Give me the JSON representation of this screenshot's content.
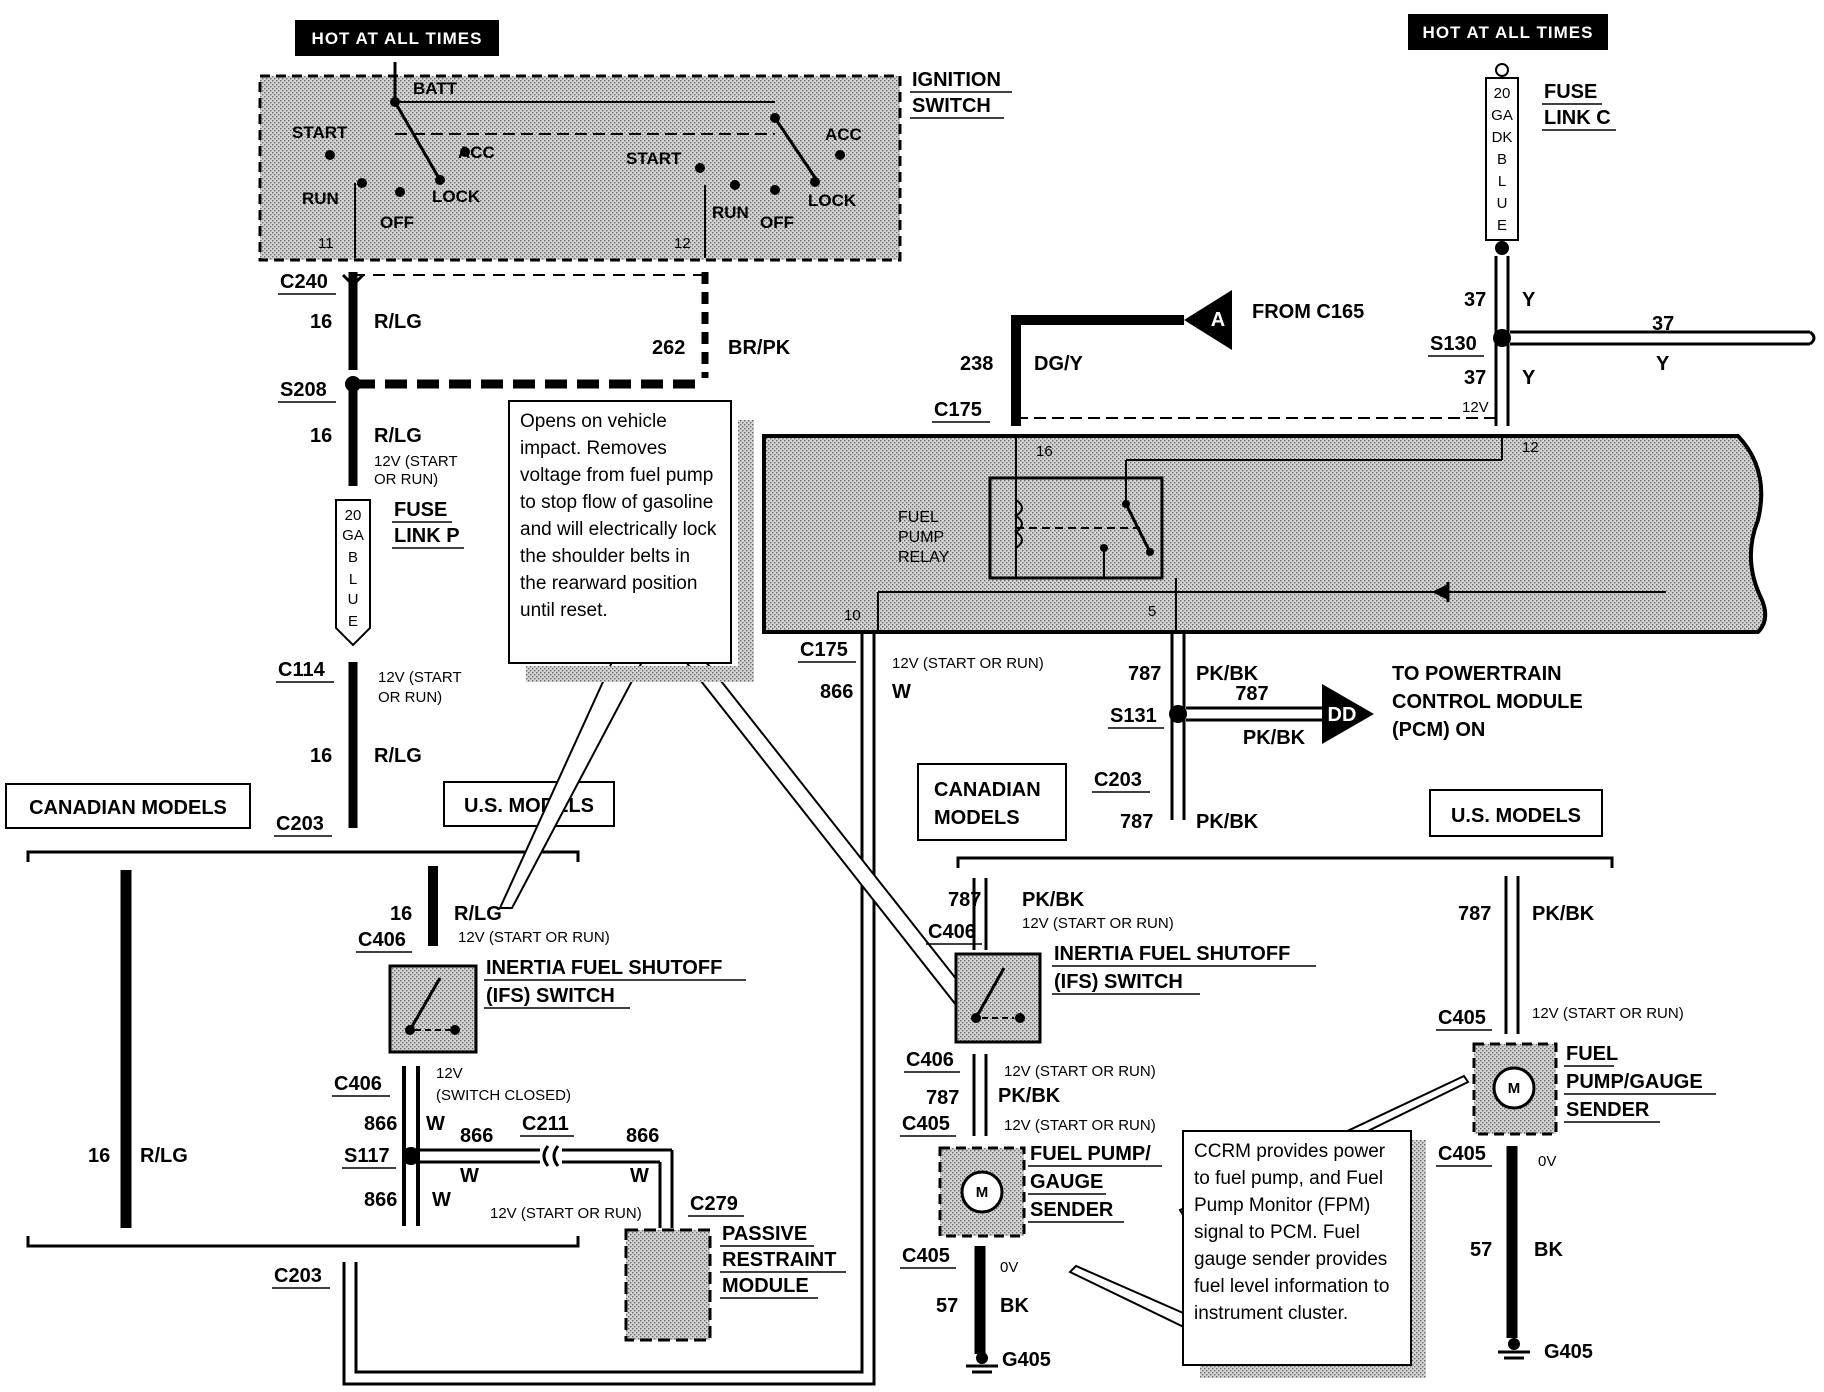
{
  "hot_at_all_times": "HOT AT ALL TIMES",
  "ignition_switch": {
    "line1": "IGNITION",
    "line2": "SWITCH",
    "batt": "BATT",
    "start": "START",
    "acc": "ACC",
    "run": "RUN",
    "off": "OFF",
    "lock": "LOCK",
    "pin_left": "11",
    "pin_right": "12"
  },
  "fuse_link_c": {
    "line1": "FUSE",
    "line2": "LINK C",
    "gauge": [
      "20",
      "GA",
      "DK",
      "B",
      "L",
      "U",
      "E"
    ]
  },
  "fuse_link_p": {
    "line1": "FUSE",
    "line2": "LINK P",
    "gauge": [
      "20",
      "GA",
      "B",
      "L",
      "U",
      "E"
    ]
  },
  "connectors": {
    "c240": "C240",
    "s208": "S208",
    "c114": "C114",
    "c203": "C203",
    "c406": "C406",
    "s117": "S117",
    "c211": "C211",
    "c279": "C279",
    "c175": "C175",
    "s130": "S130",
    "s131": "S131",
    "c405": "C405",
    "g405": "G405"
  },
  "wires": {
    "n16": "16",
    "rlg": "R/LG",
    "n262": "262",
    "brpk": "BR/PK",
    "n238": "238",
    "dgy": "DG/Y",
    "n37": "37",
    "y": "Y",
    "n787": "787",
    "pkbk": "PK/BK",
    "n866": "866",
    "w": "W",
    "n57": "57",
    "bk": "BK"
  },
  "voltages": {
    "v12_start_run_l1": "12V (START",
    "v12_start_run_l2": "OR RUN)",
    "v12_start_run": "12V (START OR RUN)",
    "v12": "12V",
    "switch_closed": "(SWITCH  CLOSED)",
    "v0": "0V"
  },
  "from_c165": "FROM C165",
  "marker_a": "A",
  "marker_dd": "DD",
  "pcm": {
    "line1": "TO POWERTRAIN",
    "line2": "CONTROL MODULE",
    "line3": "(PCM) ON"
  },
  "ccrm": {
    "fuel": "FUEL",
    "pump": "PUMP",
    "relay": "RELAY",
    "pin16": "16",
    "pin12": "12",
    "pin10": "10",
    "pin5": "5"
  },
  "canadian_models": "CANADIAN MODELS",
  "canadian_models_l1": "CANADIAN",
  "canadian_models_l2": "MODELS",
  "us_models": "U.S. MODELS",
  "ifs_switch": {
    "line1": "INERTIA FUEL SHUTOFF",
    "line2": "(IFS) SWITCH"
  },
  "passive_restraint": {
    "line1": "PASSIVE",
    "line2": "RESTRAINT",
    "line3": "MODULE"
  },
  "fuel_pump_sender_left": {
    "line1": "FUEL PUMP/",
    "line2": "GAUGE",
    "line3": "SENDER"
  },
  "fuel_pump_sender_right": {
    "line1": "FUEL",
    "line2": "PUMP/GAUGE",
    "line3": "SENDER"
  },
  "motor_symbol": "M",
  "note_ifs": "Opens on vehicle impact. Removes voltage from fuel pump to  stop flow of gasoline and will electrically lock the shoulder belts in the rearward position until reset.",
  "note_ccrm": "CCRM provides power to fuel pump, and Fuel Pump Monitor (FPM) signal to PCM. Fuel gauge sender provides fuel level information to instrument cluster."
}
